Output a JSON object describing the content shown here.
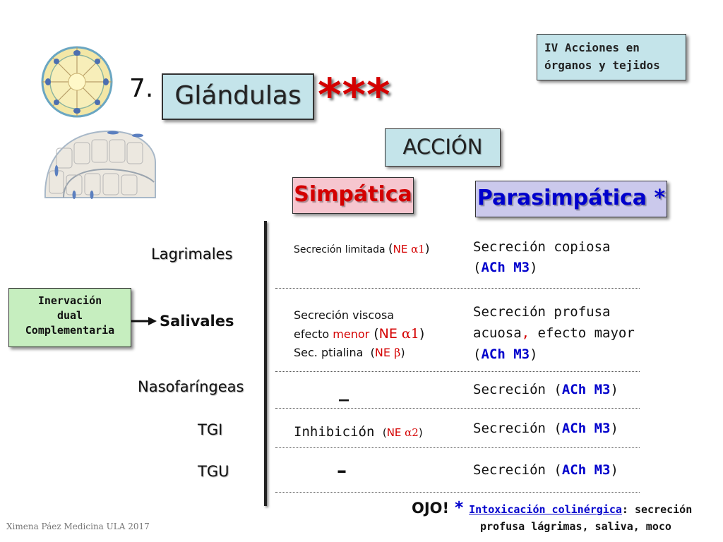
{
  "top_box": {
    "line1": "IV Acciones en",
    "line2": "órganos y tejidos"
  },
  "title": {
    "number": "7.",
    "label": "Glándulas",
    "stars": "***"
  },
  "accion": "ACCIÓN",
  "simpatica": "Simpática",
  "parasimpatica": "Parasimpática *",
  "inervacion": {
    "line1": "Inervación",
    "line2": "dual",
    "line3": "Complementaria"
  },
  "rows": {
    "lagrimales": {
      "label": "Lagrimales",
      "simp": {
        "pre": "Secreción limitada ",
        "paren_open": "(",
        "ne": "NE ",
        "greek": "α1",
        "paren_close": ")"
      },
      "para": {
        "line1": "Secreción copiosa",
        "open": "(",
        "ach": "ACh M3",
        "close": ")"
      }
    },
    "salivales": {
      "label": "Salivales",
      "simp": {
        "line1": "Secreción viscosa",
        "line2_pre": "efecto ",
        "menor": "menor",
        "line2_open": " (",
        "ne": "NE ",
        "greek": "α1",
        "line2_close": ")",
        "line3_pre": "Sec. ptialina  ",
        "l3_open": "(",
        "ne3": "NE ",
        "greek3": "β",
        "l3_close": ")"
      },
      "para": {
        "line1": "Secreción profusa",
        "line2_pre": "acuosa",
        "line2_comma": ",",
        "line2_post": " efecto mayor",
        "open": "(",
        "ach": "ACh M3",
        "close": ")"
      }
    },
    "nasofaringeas": {
      "label": "Nasofaríngeas",
      "simp": "_",
      "para": {
        "pre": "Secreción ",
        "open": "(",
        "ach": "ACh M3",
        "close": ")"
      }
    },
    "tgi": {
      "label": "TGI",
      "simp": {
        "pre": "Inhibición ",
        "open": "(",
        "ne": "NE ",
        "greek": "α2",
        "close": ")"
      },
      "para": {
        "pre": "Secreción ",
        "open": "(",
        "ach": "ACh M3",
        "close": ")"
      }
    },
    "tgu": {
      "label": "TGU",
      "simp": "–",
      "para": {
        "pre": "Secreción ",
        "open": "(",
        "ach": "ACh M3",
        "close": ")"
      }
    }
  },
  "ojo": {
    "label": "OJO!",
    "star": " * ",
    "intox": "Intoxicación colinérgica",
    "rest1": ": secreción",
    "line2": "profusa lágrimas, saliva, moco"
  },
  "footer": "Ximena Páez Medicina ULA 2017",
  "colors": {
    "top_box": "#c4e4ea",
    "title_box": "#c4e4ea",
    "simpatica_box": "#f6c6cf",
    "parasimpatica_box": "#cbc9ec",
    "inervacion_box": "#c6eebf",
    "red": "#d40000",
    "blue": "#0000cc"
  },
  "icons": [
    "gland-acinus-cross-section-image",
    "gland-acinus-longitudinal-image",
    "arrow-right-icon"
  ]
}
